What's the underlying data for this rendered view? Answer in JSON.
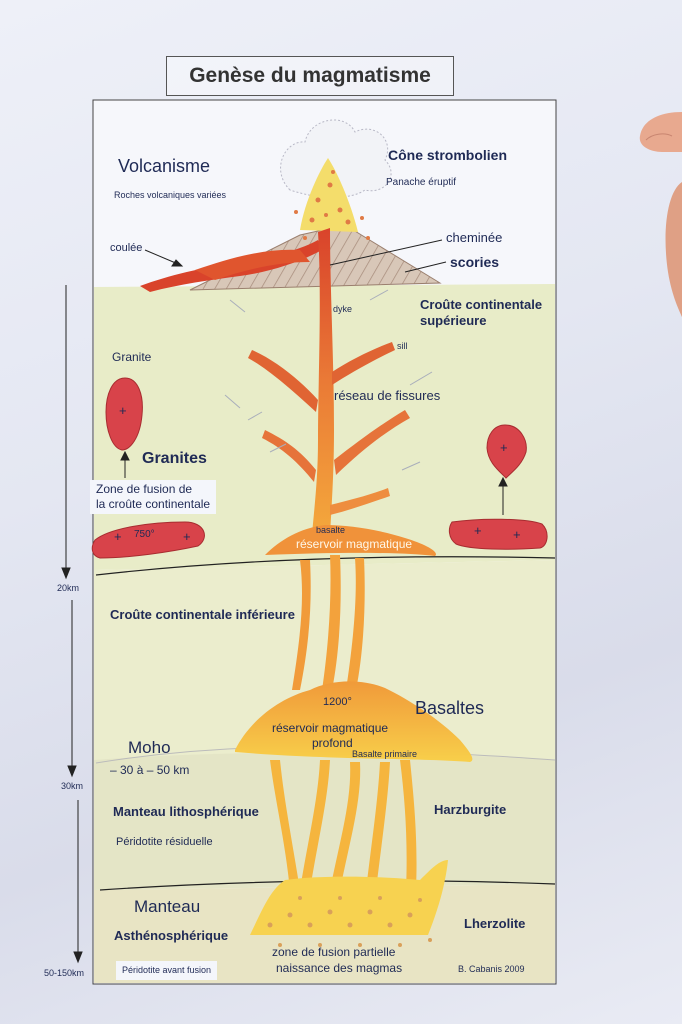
{
  "title": "Genèse du magmatisme",
  "surface": {
    "volcanisme": "Volcanisme",
    "roches": "Roches volcaniques variées",
    "cone": "Cône strombolien",
    "panache": "Panache éruptif",
    "coulee": "coulée",
    "cheminee": "cheminée",
    "scories": "scories"
  },
  "upper_crust": {
    "dyke": "dyke",
    "croute_sup_1": "Croûte continentale",
    "croute_sup_2": "supérieure",
    "sill": "sill",
    "granite": "Granite",
    "reseau": "réseau de fissures",
    "granites": "Granites",
    "zone_fusion_1": "Zone de fusion de",
    "zone_fusion_2": "la croûte continentale",
    "temp_750": "750°",
    "basalte": "basalte",
    "reservoir": "réservoir magmatique"
  },
  "lower_crust": {
    "croute_inf": "Croûte continentale inférieure",
    "temp_1200": "1200°",
    "basaltes": "Basaltes",
    "reservoir_profond_1": "réservoir magmatique",
    "reservoir_profond_2": "profond",
    "basalte_primaire": "Basalte primaire",
    "moho": "Moho",
    "moho_depth": "– 30 à – 50 km"
  },
  "mantle": {
    "manteau_litho": "Manteau lithosphérique",
    "peridotite_res": "Péridotite résiduelle",
    "harzburgite": "Harzburgite",
    "manteau": "Manteau",
    "astheno": "Asthénosphérique",
    "lherzolite": "Lherzolite",
    "peridotite_avant": "Péridotite avant fusion",
    "zone_partielle_1": "zone de fusion partielle",
    "zone_partielle_2": "naissance des magmas",
    "credit": "B. Cabanis 2009"
  },
  "depths": {
    "d20": "20km",
    "d30": "30km",
    "d150": "50-150km"
  },
  "plus_sign": "+",
  "colors": {
    "lava": "#d9432b",
    "magma": "#ef8a3a",
    "magma_deep": "#f6b43c",
    "crust_upper": "#e8ecc8",
    "crust_lower": "#e9ebc9",
    "mantle": "#e6e7c8",
    "text": "#1f2a55"
  }
}
